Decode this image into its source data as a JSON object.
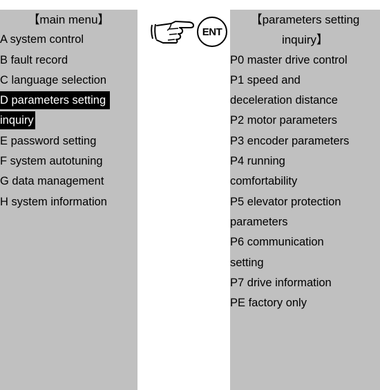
{
  "main_menu": {
    "title": "【main menu】",
    "items": [
      {
        "label": "A system control"
      },
      {
        "label": "B fault record"
      },
      {
        "label": "C language selection"
      },
      {
        "label": "D parameters setting",
        "label_cont": "inquiry",
        "selected": true
      },
      {
        "label": "E password setting"
      },
      {
        "label": "F system autotuning"
      },
      {
        "label": "G data management"
      },
      {
        "label": "H system information"
      }
    ]
  },
  "action": {
    "icon": "pointing-hand-icon",
    "key_label": "ENT"
  },
  "params_menu": {
    "title_line1": "【parameters setting",
    "title_line2": "inquiry】",
    "lines": [
      "P0 master drive control",
      "P1 speed and",
      "deceleration distance",
      "P2 motor parameters",
      "P3 encoder parameters",
      "P4 running",
      "comfortability",
      "P5 elevator protection",
      "parameters",
      "P6 communication",
      "setting",
      "P7 drive information",
      "PE factory only"
    ]
  }
}
